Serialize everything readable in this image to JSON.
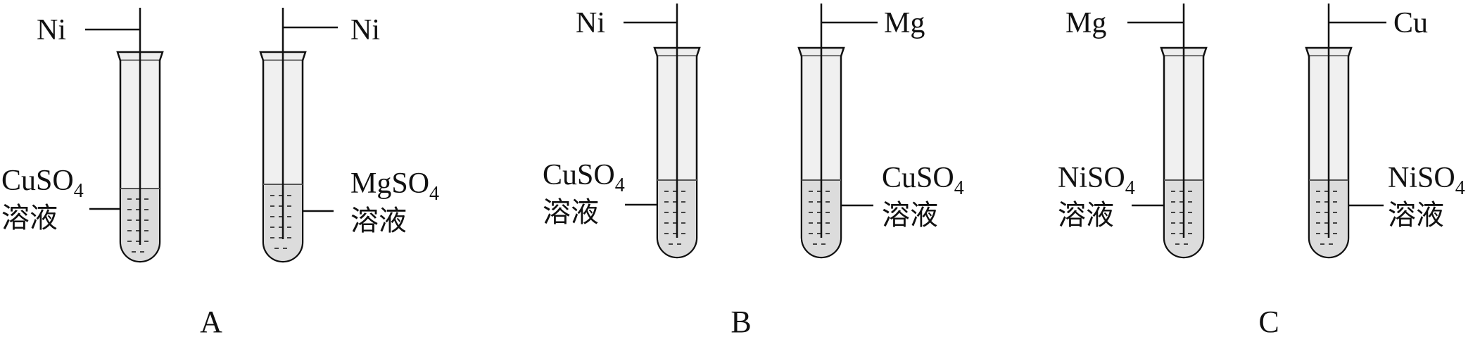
{
  "groups": [
    {
      "caption": "A",
      "tubes": [
        {
          "metal": "Ni",
          "solution_main": "CuSO",
          "solution_sub": "4",
          "solution_word": "溶液"
        },
        {
          "metal": "Ni",
          "solution_main": "MgSO",
          "solution_sub": "4",
          "solution_word": "溶液"
        }
      ]
    },
    {
      "caption": "B",
      "tubes": [
        {
          "metal": "Ni",
          "solution_main": "CuSO",
          "solution_sub": "4",
          "solution_word": "溶液"
        },
        {
          "metal": "Mg",
          "solution_main": "CuSO",
          "solution_sub": "4",
          "solution_word": "溶液"
        }
      ]
    },
    {
      "caption": "C",
      "tubes": [
        {
          "metal": "Mg",
          "solution_main": "NiSO",
          "solution_sub": "4",
          "solution_word": "溶液"
        },
        {
          "metal": "Cu",
          "solution_main": "NiSO",
          "solution_sub": "4",
          "solution_word": "溶液"
        }
      ]
    }
  ]
}
